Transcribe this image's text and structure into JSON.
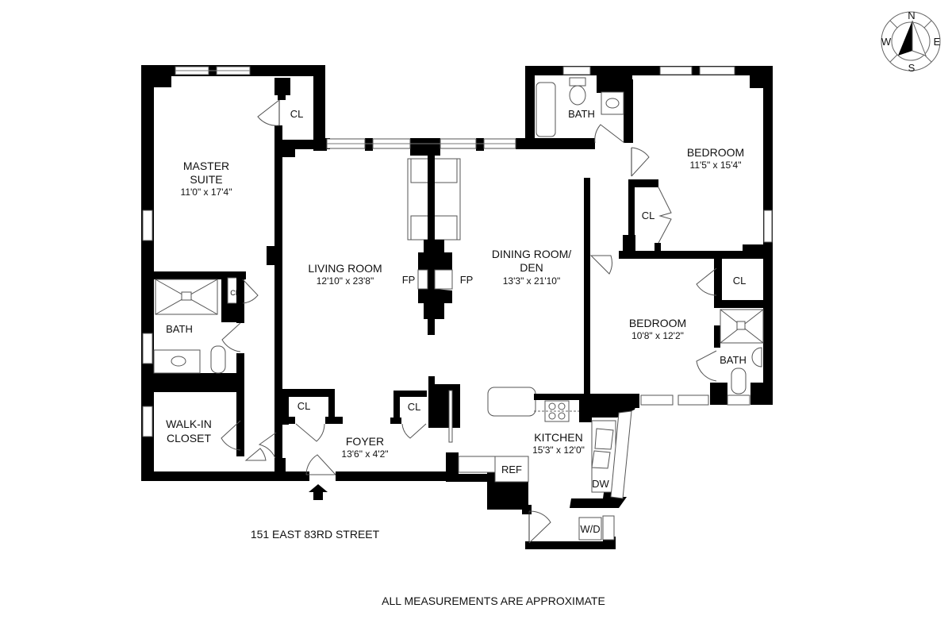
{
  "rooms": {
    "master_suite": {
      "name_line1": "MASTER",
      "name_line2": "SUITE",
      "dimensions": "11'0\" x 17'4\""
    },
    "living_room": {
      "name": "LIVING ROOM",
      "dimensions": "12'10\" x 23'8\""
    },
    "dining_room": {
      "name_line1": "DINING ROOM/",
      "name_line2": "DEN",
      "dimensions": "13'3\" x 21'10\""
    },
    "bedroom_1": {
      "name": "BEDROOM",
      "dimensions": "11'5\" x 15'4\""
    },
    "bedroom_2": {
      "name": "BEDROOM",
      "dimensions": "10'8\" x 12'2\""
    },
    "foyer": {
      "name": "FOYER",
      "dimensions": "13'6\" x 4'2\""
    },
    "kitchen": {
      "name": "KITCHEN",
      "dimensions": "15'3\" x 12'0\""
    },
    "walk_in_closet": {
      "name_line1": "WALK-IN",
      "name_line2": "CLOSET"
    }
  },
  "labels": {
    "closet": "CL",
    "bath": "BATH",
    "fireplace": "FP",
    "refrigerator": "REF",
    "dishwasher": "DW",
    "washer_dryer": "W/D"
  },
  "compass": {
    "n": "N",
    "s": "S",
    "e": "E",
    "w": "W"
  },
  "address": "151 EAST 83RD STREET",
  "disclaimer": "ALL MEASUREMENTS ARE APPROXIMATE",
  "icons": {
    "entrance": "entrance-arrow-icon",
    "compass": "compass-rose-icon"
  }
}
